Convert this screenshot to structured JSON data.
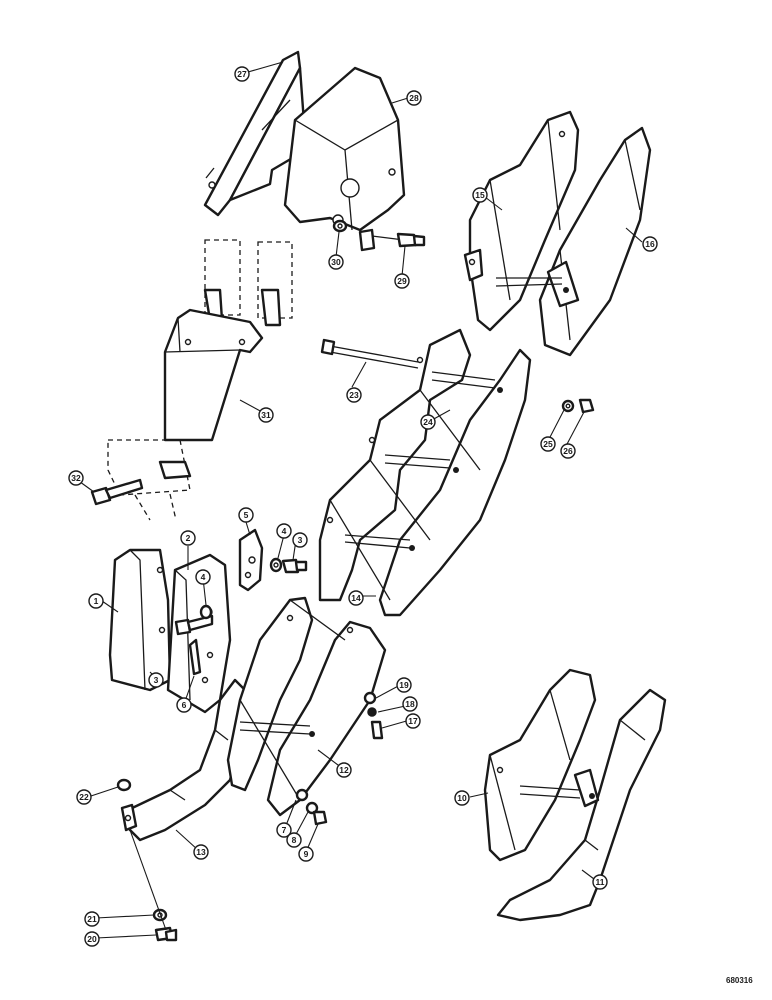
{
  "callouts": [
    {
      "label": "1"
    },
    {
      "label": "2"
    },
    {
      "label": "3"
    },
    {
      "label": "4"
    },
    {
      "label": "5"
    },
    {
      "label": "4"
    },
    {
      "label": "3"
    },
    {
      "label": "6"
    },
    {
      "label": "7"
    },
    {
      "label": "8"
    },
    {
      "label": "9"
    },
    {
      "label": "10"
    },
    {
      "label": "11"
    },
    {
      "label": "12"
    },
    {
      "label": "13"
    },
    {
      "label": "14"
    },
    {
      "label": "15"
    },
    {
      "label": "16"
    },
    {
      "label": "17"
    },
    {
      "label": "18"
    },
    {
      "label": "19"
    },
    {
      "label": "20"
    },
    {
      "label": "21"
    },
    {
      "label": "22"
    },
    {
      "label": "23"
    },
    {
      "label": "24"
    },
    {
      "label": "25"
    },
    {
      "label": "26"
    },
    {
      "label": "27"
    },
    {
      "label": "28"
    },
    {
      "label": "29"
    },
    {
      "label": "30"
    },
    {
      "label": "31"
    },
    {
      "label": "32"
    }
  ],
  "reference_code": "680316"
}
